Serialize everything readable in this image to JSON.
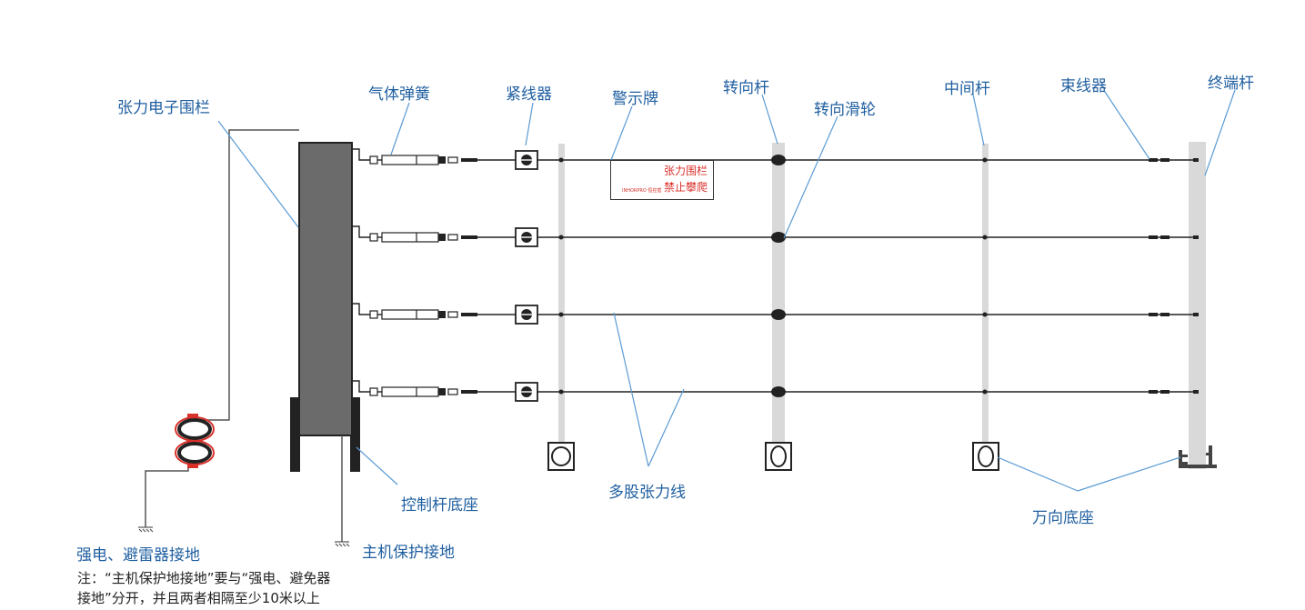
{
  "labels": {
    "fence": "张力电子围栏",
    "gas_spring": "气体弹簧",
    "tensioner": "紧线器",
    "warning_sign": "警示牌",
    "turn_pole": "转向杆",
    "turn_pulley": "转向滑轮",
    "middle_pole": "中间杆",
    "wire_bundler": "束线器",
    "end_pole": "终端杆",
    "control_base": "控制杆底座",
    "multi_wire": "多股张力线",
    "universal_base": "万向底座",
    "lightning_ground": "强电、避雷器接地",
    "host_ground": "主机保护接地"
  },
  "sign": {
    "line1": "张力围栏",
    "line2": "禁止攀爬",
    "brand": "INHORPRO 恒控盾"
  },
  "note": {
    "line1": "注：“主机保护地接地”要与“强电、避免器",
    "line2": "接地”分开，并且两者相隔至少10米以上"
  },
  "colors": {
    "label_blue": "#1f5fa0",
    "leader_blue": "#5a9bd4",
    "controller_gray": "#6b6b6b",
    "pole_gray": "#d9d9d9",
    "sign_red": "#d9302a",
    "arrester_red": "#d9302a"
  }
}
